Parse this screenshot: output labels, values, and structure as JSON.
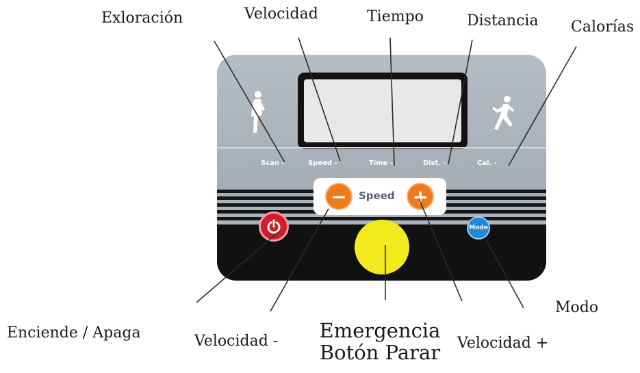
{
  "callouts": {
    "scan": "Exloración",
    "speed": "Velocidad",
    "time": "Tiempo",
    "distance": "Distancia",
    "calories": "Calorías",
    "power": "Enciende / Apaga",
    "speed_down": "Velocidad -",
    "emergency_line1": "Emergencia",
    "emergency_line2": "Botón Parar",
    "speed_up": "Velocidad +",
    "mode": "Modo"
  },
  "console": {
    "labels": {
      "scan": "Scan -",
      "speed": "Speed -",
      "time": "Time -",
      "dist": "Dist. -",
      "cal": "Cal. -"
    },
    "speed_label": "Speed",
    "minus_symbol": "−",
    "plus_symbol": "+",
    "mode_label": "Mode",
    "icons": {
      "left": "walking-figure-icon",
      "right": "running-figure-icon",
      "power": "power-icon"
    }
  },
  "colors": {
    "panel": "#aab3bb",
    "panel_bottom": "#111111",
    "speed_buttons": "#ee7a1c",
    "power_button": "#d31d26",
    "mode_button": "#2189cf",
    "emergency_button": "#f3ea1e",
    "speed_text": "#5a5f78"
  }
}
